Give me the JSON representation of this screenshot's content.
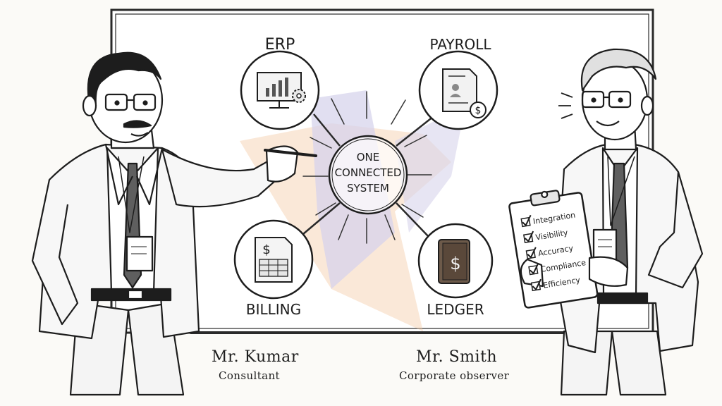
{
  "board": {
    "center_line1": "ONE",
    "center_line2": "CONNECTED",
    "center_line3": "SYSTEM",
    "nodes": {
      "erp": "ERP",
      "payroll": "PAYROLL",
      "billing": "BILLING",
      "ledger": "LEDGER"
    }
  },
  "clipboard": {
    "items": [
      "Integration",
      "Visibility",
      "Accuracy",
      "Compliance",
      "Efficiency"
    ]
  },
  "people": {
    "left": {
      "name": "Mr. Kumar",
      "role": "Consultant"
    },
    "right": {
      "name": "Mr. Smith",
      "role": "Corporate observer"
    }
  },
  "colors": {
    "watermark_orange": "#f4c9a1",
    "watermark_purple": "#c9c6e6",
    "ink": "#1d1d1d"
  },
  "icons": [
    "monitor-chart-gear-icon",
    "payroll-document-dollar-icon",
    "invoice-table-icon",
    "ledger-book-dollar-icon"
  ]
}
